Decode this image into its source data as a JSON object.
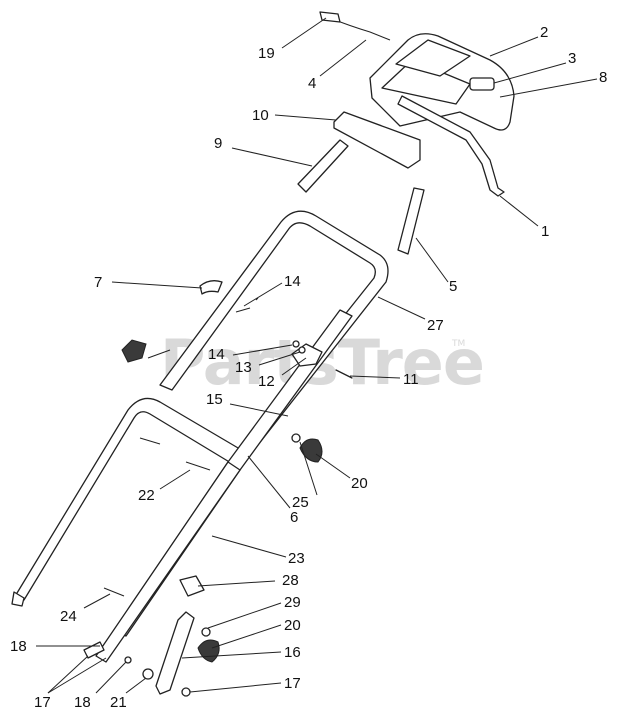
{
  "watermark": {
    "text": "PartsTree",
    "trademark": "TM"
  },
  "callouts": [
    "1",
    "2",
    "3",
    "4",
    "5",
    "6",
    "7",
    "8",
    "9",
    "10",
    "11",
    "12",
    "13",
    "14",
    "14",
    "15",
    "16",
    "17",
    "17",
    "18",
    "18",
    "19",
    "20",
    "20",
    "21",
    "22",
    "23",
    "24",
    "25",
    "27",
    "28",
    "29"
  ]
}
